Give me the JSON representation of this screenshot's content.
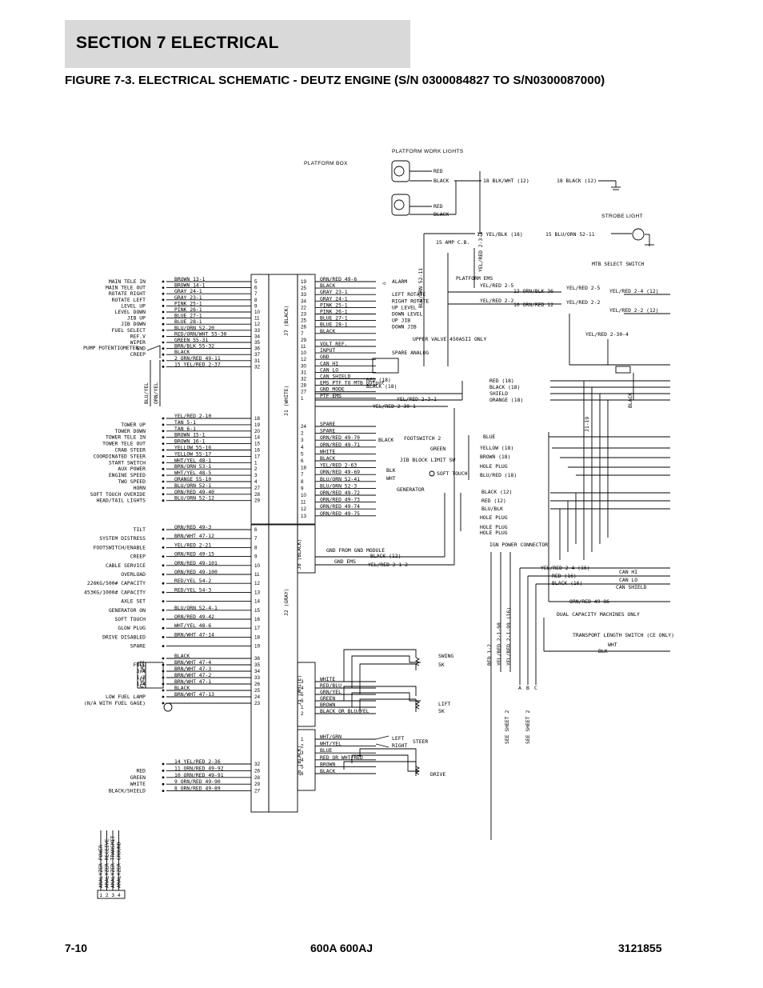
{
  "header": {
    "section": "SECTION 7   ELECTRICAL",
    "figure": "FIGURE 7-3. ELECTRICAL SCHEMATIC - DEUTZ ENGINE (S/N 0300084827 TO S/N0300087000)"
  },
  "footer": {
    "page": "7-10",
    "model": "600A 600AJ",
    "doc": "3121855"
  },
  "schematic": {
    "top": {
      "platform_box": "PLATFORM BOX",
      "platform_work_lights": "PLATFORM WORK LIGHTS",
      "strobe_light": "STROBE LIGHT",
      "red": "RED",
      "black": "BLACK",
      "blk_wht": "18 BLK/WHT (12)",
      "black12": "18 BLACK (12)",
      "yel_blk": "15 YEL/BLK (18)",
      "blu_orn": "15 BLU/ORN 52-11",
      "fuse": "15 AMP C.B.",
      "blu_orn_v": "BLU/ORN 52-11",
      "platform_ems": "PLATFORM EMS",
      "yel_red_v": "YEL/RED 2-3-1"
    },
    "j1_wires": [
      {
        "left": "MAIN TELE IN",
        "wire": "BROWN 13-1",
        "pin": "5"
      },
      {
        "left": "MAIN TELE OUT",
        "wire": "BROWN 14-1",
        "pin": "6"
      },
      {
        "left": "ROTATE RIGHT",
        "wire": "GRAY 24-1",
        "pin": "7"
      },
      {
        "left": "ROTATE LEFT",
        "wire": "GRAY 23-1",
        "pin": "8"
      },
      {
        "left": "LEVEL UP",
        "wire": "PINK 25-1",
        "pin": "9"
      },
      {
        "left": "LEVEL DOWN",
        "wire": "PINK 26-1",
        "pin": "10"
      },
      {
        "left": "JIB UP",
        "wire": "BLUE 27-1",
        "pin": "11"
      },
      {
        "left": "JIB DOWN",
        "wire": "BLUE 28-1",
        "pin": "12"
      },
      {
        "left": "FUEL SELECT",
        "wire": "BLU/ORN 52-20",
        "pin": "33"
      },
      {
        "left": "REF.V",
        "wire": "RED/ORN/WHT 55-30",
        "pin": "34"
      },
      {
        "left": "WIPER",
        "wire": "GREEN 55-31",
        "pin": "35"
      },
      {
        "left": "GND",
        "wire": "BRN/BLK 55-32",
        "pin": "36"
      },
      {
        "left": "CREEP",
        "wire": "BLACK",
        "pin": "37"
      },
      {
        "left": "",
        "wire": "2 ORN/RED 49-11",
        "pin": "31"
      },
      {
        "left": "",
        "wire": "15 YEL/RED 2-37",
        "pin": "32"
      }
    ],
    "j1_lower": [
      {
        "left": "",
        "wire": "YEL/RED 2-10",
        "pin": "18"
      },
      {
        "left": "TOWER UP",
        "wire": "TAN 5-1",
        "pin": "19"
      },
      {
        "left": "TOWER DOWN",
        "wire": "TAN 6-1",
        "pin": "20"
      },
      {
        "left": "TOWER TELE IN",
        "wire": "BROWN 15-1",
        "pin": "14"
      },
      {
        "left": "TOWER TELE OUT",
        "wire": "BROWN 16-1",
        "pin": "15"
      },
      {
        "left": "CRAB STEER",
        "wire": "YELLOW 55-16",
        "pin": "16"
      },
      {
        "left": "COORDINATED STEER",
        "wire": "YELLOW 55-17",
        "pin": "17"
      },
      {
        "left": "START SWITCH",
        "wire": "WHT/YEL 48-1",
        "pin": "1"
      },
      {
        "left": "AUX POWER",
        "wire": "BRN/ORN 53-1",
        "pin": "2"
      },
      {
        "left": "ENGINE SPEED",
        "wire": "WHT/YEL 48-5",
        "pin": "3"
      },
      {
        "left": "TWO SPEED",
        "wire": "ORANGE 55-10",
        "pin": "4"
      },
      {
        "left": "HORN",
        "wire": "BLU/ORN 52-1",
        "pin": "27"
      },
      {
        "left": "SOFT TOUCH OVERIDE",
        "wire": "ORN/RED 49-40",
        "pin": "28"
      },
      {
        "left": "HEAD/TAIL LIGHTS",
        "wire": "BLU/ORN 52-12",
        "pin": "29"
      }
    ],
    "j2_wires": [
      {
        "left": "TILT",
        "wire": "ORN/RED 49-3",
        "pin": "6"
      },
      {
        "left": "SYSTEM DISTRESS",
        "wire": "BRN/WHT 47-12",
        "pin": "7"
      },
      {
        "left": "FOOTSWITCH/ENABLE",
        "wire": "YEL/RED 2-21",
        "pin": "8"
      },
      {
        "left": "CREEP",
        "wire": "ORN/RED 49-15",
        "pin": "9"
      },
      {
        "left": "CABLE SERVICE",
        "wire": "ORN/RED 49-101",
        "pin": "10"
      },
      {
        "left": "OVERLOAD",
        "wire": "ORN/RED 49-100",
        "pin": "11"
      },
      {
        "left": "226KG/500# CAPACITY",
        "wire": "RED/YEL 54-2",
        "pin": "12"
      },
      {
        "left": "453KG/1000# CAPACITY",
        "wire": "RED/YEL 54-3",
        "pin": "13"
      },
      {
        "left": "AXLE SET",
        "wire": "",
        "pin": "14"
      },
      {
        "left": "GENERATOR ON",
        "wire": "BLU/ORN 52-4-1",
        "pin": "15"
      },
      {
        "left": "SOFT TOUCH",
        "wire": "ORN/RED 49-42",
        "pin": "16"
      },
      {
        "left": "GLOW PLUG",
        "wire": "WHT/YEL 48-6",
        "pin": "17"
      },
      {
        "left": "DRIVE DISABLED",
        "wire": "BRN/WHT 47-14",
        "pin": "18"
      },
      {
        "left": "SPARE",
        "wire": "",
        "pin": "19"
      }
    ],
    "j2_lower": [
      {
        "left": "",
        "wire": "BLACK",
        "pin": "36"
      },
      {
        "left": "FULL",
        "wire": "BRN/WHT 47-4",
        "pin": "35"
      },
      {
        "left": "3/4",
        "wire": "BRN/WHT 47-3",
        "pin": "34"
      },
      {
        "left": "1/2",
        "wire": "BRN/WHT 47-2",
        "pin": "33"
      },
      {
        "left": "1/4",
        "wire": "BRN/WHT 47-1",
        "pin": "26"
      },
      {
        "left": "",
        "wire": "BLACK",
        "pin": "25"
      },
      {
        "left": "LOW FUEL LAMP",
        "wire": "BRN/WHT 47-13",
        "pin": "24"
      },
      {
        "left": "(N/A WITH FUEL GAGE)",
        "wire": "",
        "pin": "23"
      }
    ],
    "j2_bottom": [
      {
        "left": "",
        "wire": "14 YEL/RED 2-36",
        "pin": "32"
      },
      {
        "left": "RED",
        "wire": "11 ORN/RED 49-92",
        "pin": "26"
      },
      {
        "left": "GREEN",
        "wire": "10 ORN/RED 49-91",
        "pin": "28"
      },
      {
        "left": "WHITE",
        "wire": "9 ORN/RED 49-90",
        "pin": "29"
      },
      {
        "left": "BLACK/SHIELD",
        "wire": "8 ORN/RED 49-89",
        "pin": "27"
      }
    ],
    "j7_wires": [
      {
        "pin": "19",
        "wire": "ORN/RED 49-6",
        "right": "ALARM"
      },
      {
        "pin": "25",
        "wire": "BLACK",
        "right": ""
      },
      {
        "pin": "33",
        "wire": "GRAY 23-1",
        "right": "LEFT ROTATE"
      },
      {
        "pin": "34",
        "wire": "GRAY 24-1",
        "right": "RIGHT ROTATE"
      },
      {
        "pin": "22",
        "wire": "PINK 25-1",
        "right": "UP LEVEL"
      },
      {
        "pin": "23",
        "wire": "PINK 26-1",
        "right": "DOWN LEVEL"
      },
      {
        "pin": "25",
        "wire": "BLUE 27-1",
        "right": "UP JIB"
      },
      {
        "pin": "26",
        "wire": "BLUE 28-1",
        "right": "DOWN JIB"
      },
      {
        "pin": "7",
        "wire": "BLACK",
        "right": ""
      },
      {
        "pin": "29",
        "wire": "",
        "right": ""
      },
      {
        "pin": "11",
        "wire": "VOLT REF.",
        "right": ""
      },
      {
        "pin": "10",
        "wire": "INPUT",
        "right": "SPARE ANALOG"
      },
      {
        "pin": "12",
        "wire": "GND",
        "right": ""
      },
      {
        "pin": "30",
        "wire": "CAN HI",
        "right": ""
      },
      {
        "pin": "31",
        "wire": "CAN LO",
        "right": ""
      },
      {
        "pin": "32",
        "wire": "CAN SHIELD",
        "right": ""
      },
      {
        "pin": "28",
        "wire": "EMS PTF TO MTB output",
        "right": ""
      },
      {
        "pin": "27",
        "wire": "GND MODE",
        "right": ""
      },
      {
        "pin": "1",
        "wire": "PTF EMS",
        "right": ""
      }
    ],
    "j7_lower": [
      {
        "pin": "24",
        "wire": "SPARE"
      },
      {
        "pin": "2",
        "wire": "SPARE"
      },
      {
        "pin": "3",
        "wire": "ORN/RED 49-70"
      },
      {
        "pin": "4",
        "wire": "ORN/RED 49-71"
      },
      {
        "pin": "5",
        "wire": "WHITE"
      },
      {
        "pin": "6",
        "wire": "BLACK"
      },
      {
        "pin": "18",
        "wire": "YEL/RED 2-63"
      },
      {
        "pin": "7",
        "wire": "ORN/RED 49-69"
      },
      {
        "pin": "8",
        "wire": "BLU/ORN 52-41"
      },
      {
        "pin": "9",
        "wire": "BLU/ORN 52-3"
      },
      {
        "pin": "10",
        "wire": "ORN/RED 49-72"
      },
      {
        "pin": "11",
        "wire": "ORN/RED 49-73"
      },
      {
        "pin": "12",
        "wire": "ORN/RED 49-74"
      },
      {
        "pin": "13",
        "wire": "ORN/RED 49-75"
      }
    ],
    "mid": {
      "upper_valve": "UPPER VALVE 450ASII ONLY",
      "footswitch": "FOOTSWITCH 2",
      "jib_limit": "JIB BLOCK LIMIT SW",
      "soft_touch": "SOFT TOUCH",
      "generator": "GENERATOR",
      "green": "GREEN",
      "black": "BLACK",
      "blk": "BLK",
      "wht": "WHT",
      "red18": "RED (18)",
      "black18": "BLACK (18)",
      "gnd_from": "GND FROM GND MODULE",
      "gnd_ems": "GND EMS",
      "black12": "BLACK (12)",
      "yel_red_21": "YEL/RED 2-1-2",
      "yel_red_231": "YEL/RED 2-3-1",
      "yel_red_2301": "YEL/RED 2-30-1"
    },
    "j8": {
      "label": "J8 (BLACK)",
      "j1": "J1 (WHITE)",
      "j2": "J2 (GRAY)",
      "j7": "J7 (BLACK)",
      "j5": "J5 (WHITE)",
      "j6": "J6 (BLACK)"
    },
    "j5_wires": [
      {
        "pin": "3",
        "wire": "WHITE"
      },
      {
        "pin": "4",
        "wire": "RED/BLU"
      },
      {
        "pin": "5",
        "wire": "GRN/YEL"
      },
      {
        "pin": "6",
        "wire": "GREEN"
      },
      {
        "pin": "1",
        "wire": "BROWN"
      },
      {
        "pin": "2",
        "wire": "BLACK OR BLU/YEL"
      }
    ],
    "j6_wires": [
      {
        "pin": "1",
        "wire": "WHT/GRN"
      },
      {
        "pin": "2",
        "wire": "WHT/YEL"
      },
      {
        "pin": "3",
        "wire": "BLUE"
      },
      {
        "pin": "4",
        "wire": "RED OR WHT/RED"
      },
      {
        "pin": "5",
        "wire": "BROWN"
      },
      {
        "pin": "6",
        "wire": "BLACK"
      }
    ],
    "j5_right": {
      "swing": "SWING",
      "swing_k": "5K",
      "lift": "LIFT",
      "lift_k": "5K",
      "left": "LEFT",
      "right": "RIGHT",
      "steer": "STEER",
      "drive": "DRIVE"
    },
    "right": {
      "mtb": "MTB SELECT SWITCH",
      "r1": "13 ORN/BLK 36",
      "r2": "10 ORN/RED 12",
      "yr25": "YEL/RED 2-5",
      "yr22": "YEL/RED 2-2",
      "yr24": "YEL/RED 2-4 (12)",
      "yr221": "YEL/RED 2-2 (12)",
      "yr2304": "YEL/RED 2-30-4",
      "black_v": "BLACK",
      "j119": "J1-19",
      "red18": "RED (18)",
      "black18": "BLACK (18)",
      "shield": "SHIELD",
      "orange18": "ORANGE (18)",
      "blue": "BLUE",
      "yellow18": "YELLOW (18)",
      "brown18": "BROWN (18)",
      "hole_plug": "HOLE PLUG",
      "blu_red": "BLU/RED (18)",
      "black12": "BLACK (12)",
      "red12": "RED (12)",
      "blu_blk": "BLU/BLK",
      "hole_plug2": "HOLE PLUG",
      "hole_plug3": "HOLE PLUG",
      "hole_plug4": "HOLE PLUG",
      "ign": "IGN POWER CONNECTOR",
      "yr2416": "YEL/RED 2-4 (16)",
      "red16": "RED (16)",
      "black16": "BLACK (16)",
      "can_hi": "CAN HI",
      "can_lo": "CAN LO",
      "can_shield": "CAN SHIELD",
      "orn_red": "ORN/RED 49-86",
      "dual": "DUAL CAPACITY MACHINES ONLY",
      "transport": "TRANSPORT LENGTH SWITCH (CE ONLY)",
      "blk": "BLK",
      "wht": "WHT",
      "red_12_v": "RED 1-2",
      "yr_98": "YEL/RED 2-1-98",
      "yr_99": "YEL/RED 2-1-99 (16)",
      "see1": "SEE SHEET 2",
      "see2": "SEE SHEET 2",
      "a": "A",
      "b": "B",
      "c": "C"
    },
    "analyzer": {
      "items": [
        "ANALYZER POWER",
        "ANALYZER RECEIVE",
        "ANALYZER TRANSMIT",
        "ANALYZER GROUND"
      ],
      "pins": [
        "1",
        "2",
        "3",
        "4"
      ]
    },
    "pump_pot": "PUMP POTENTIOMETER",
    "fuel_gage": "FUEL GAGE",
    "blu_yel": "BLU/YEL",
    "orn_yel": "ORN/YEL"
  }
}
